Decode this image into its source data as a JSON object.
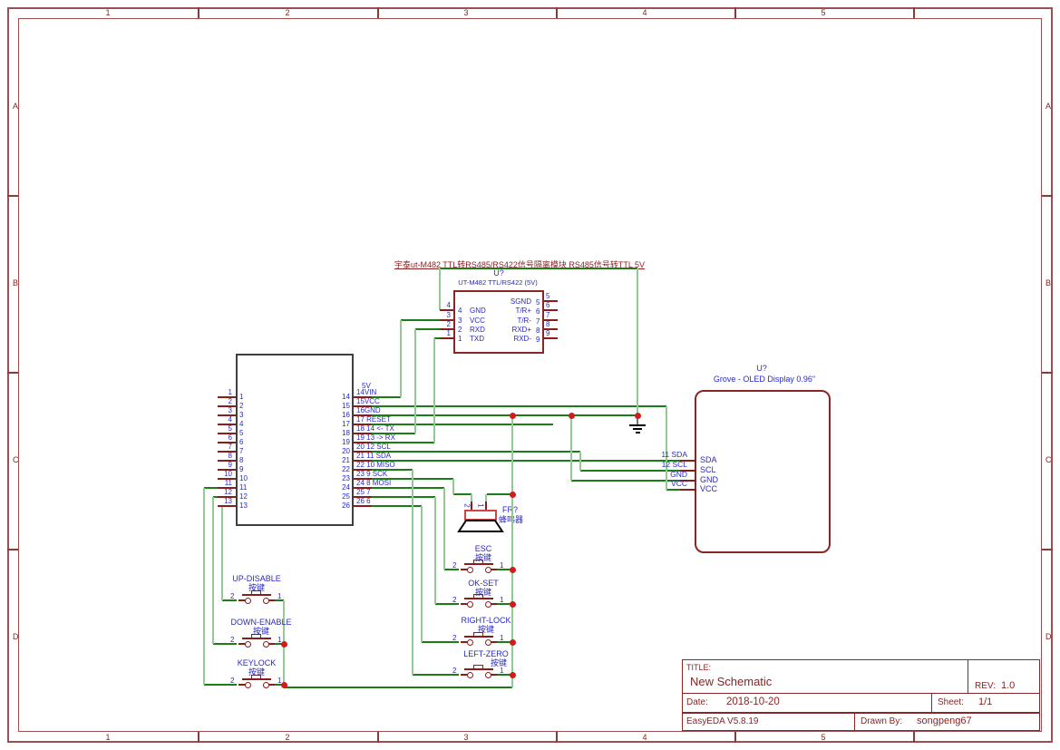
{
  "app": {
    "kind": "EasyEDA schematic editor sheet"
  },
  "colors": {
    "frame": "#9b5151",
    "schematic_red": "#8b1f1f",
    "component_outline": "#8b2626",
    "label_blue": "#2a2ac4",
    "wire_dark_green": "#1a7d1a",
    "wire_pale_green": "#93ca93",
    "junction_red": "#cf1d1d",
    "mcu_outline": "#3f3f3f",
    "buzzer_outline": "#cf4646"
  },
  "frame": {
    "column_labels": [
      "1",
      "2",
      "3",
      "4",
      "5"
    ],
    "row_labels": [
      "A",
      "B",
      "C",
      "D"
    ]
  },
  "note": {
    "text": "宇泰ut-M482 TTL转RS485/RS422信号隔离模块 RS485信号转TTL 5V"
  },
  "ut_m482": {
    "designator": "U?",
    "part": "UT-M482 TTL/RS422 (5V)",
    "left_pins": [
      {
        "num": "4",
        "name": "GND"
      },
      {
        "num": "3",
        "name": "VCC"
      },
      {
        "num": "2",
        "name": "RXD"
      },
      {
        "num": "1",
        "name": "TXD"
      }
    ],
    "right_pins": [
      {
        "num": "5",
        "name": "SGND"
      },
      {
        "num": "6",
        "name": "T/R+"
      },
      {
        "num": "7",
        "name": "T/R-"
      },
      {
        "num": "8",
        "name": "RXD+"
      },
      {
        "num": "9",
        "name": "RXD-"
      }
    ]
  },
  "mcu": {
    "power_label": "5V",
    "left_pins": [
      {
        "num": "1",
        "name": "1"
      },
      {
        "num": "2",
        "name": "2"
      },
      {
        "num": "3",
        "name": "3"
      },
      {
        "num": "4",
        "name": "4"
      },
      {
        "num": "5",
        "name": "5"
      },
      {
        "num": "6",
        "name": "6"
      },
      {
        "num": "7",
        "name": "7"
      },
      {
        "num": "8",
        "name": "8"
      },
      {
        "num": "9",
        "name": "9"
      },
      {
        "num": "10",
        "name": "10"
      },
      {
        "num": "11",
        "name": "11"
      },
      {
        "num": "12",
        "name": "12"
      },
      {
        "num": "13",
        "name": "13"
      }
    ],
    "right_pins": [
      {
        "name": "14",
        "label": "14VIN"
      },
      {
        "name": "15",
        "label": "15VCC"
      },
      {
        "name": "16",
        "label": "16GND"
      },
      {
        "name": "17",
        "label": "17 RESET"
      },
      {
        "name": "18",
        "label": "18 14 <- TX"
      },
      {
        "name": "19",
        "label": "19 13 -> RX"
      },
      {
        "name": "20",
        "label": "20 12 SCL"
      },
      {
        "name": "21",
        "label": "21 11 SDA"
      },
      {
        "name": "22",
        "label": "22 10 MISO"
      },
      {
        "name": "23",
        "label": "23 9 SCK"
      },
      {
        "name": "24",
        "label": "24 8 MOSI"
      },
      {
        "name": "25",
        "label": "25 7"
      },
      {
        "name": "26",
        "label": "26 6"
      }
    ]
  },
  "oled": {
    "designator": "U?",
    "part": "Grove - OLED Display 0.96\"",
    "pins": [
      {
        "name": "SDA",
        "net": "11 SDA"
      },
      {
        "name": "SCL",
        "net": "12 SCL"
      },
      {
        "name": "GND",
        "net": "GND"
      },
      {
        "name": "VCC",
        "net": "VCC"
      }
    ]
  },
  "buzzer": {
    "designator": "FR?",
    "label": "蜂鸣器",
    "pin_left": "2",
    "pin_right": "1"
  },
  "buttons": [
    {
      "name": "UP-DISABLE",
      "sub": "按键",
      "pin2": "2",
      "pin1": "1"
    },
    {
      "name": "DOWN-ENABLE",
      "sub": "按键",
      "pin2": "2",
      "pin1": "1"
    },
    {
      "name": "KEYLOCK",
      "sub": "按键",
      "pin2": "2",
      "pin1": "1"
    },
    {
      "name": "ESC",
      "sub": "按键",
      "pin2": "2",
      "pin1": "1"
    },
    {
      "name": "OK-SET",
      "sub": "按键",
      "pin2": "2",
      "pin1": "1"
    },
    {
      "name": "RIGHT-LOCK",
      "sub": "按键",
      "pin2": "2",
      "pin1": "1"
    },
    {
      "name": "LEFT-ZERO",
      "sub": "按键",
      "pin2": "2",
      "pin1": "1"
    }
  ],
  "title_block": {
    "title_label": "TITLE:",
    "title": "New Schematic",
    "rev_label": "REV:",
    "rev": "1.0",
    "date_label": "Date:",
    "date": "2018-10-20",
    "sheet_label": "Sheet:",
    "sheet": "1/1",
    "software": "EasyEDA V5.8.19",
    "drawn_by_label": "Drawn By:",
    "drawn_by": "songpeng67"
  }
}
